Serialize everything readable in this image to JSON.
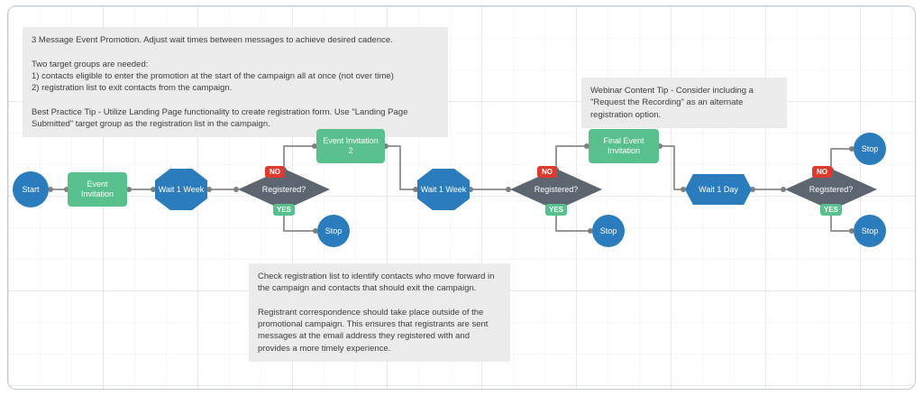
{
  "notes": {
    "planning": "3 Message Event Promotion. Adjust wait times between messages to achieve desired cadence.\n\nTwo target groups are needed:\n1) contacts eligible to enter the promotion at the start of the campaign all at once (not over time)\n2) registration list to exit contacts from the campaign.\n\nBest Practice Tip - Utilize Landing Page functionality to create registration form. Use \"Landing Page Submitted\" target group as the registration list in the campaign.",
    "webinar_tip": "Webinar Content Tip - Consider including a \"Request the Recording\" as an alternate registration option.",
    "registration": "Check registration list to identify contacts who move forward in the campaign and contacts that should exit the campaign.\n\nRegistrant correspondence should take place outside of the promotional campaign.  This ensures that registrants are sent messages at the email address they registered with and provides a more timely experience."
  },
  "flow": {
    "start": {
      "label": "Start"
    },
    "event_invitation": {
      "label": "Event Invitation"
    },
    "wait_1": {
      "label": "Wait 1 Week"
    },
    "decision_1": {
      "label": "Registered?",
      "no_label": "NO",
      "yes_label": "YES"
    },
    "event_invitation_2": {
      "label": "Event Invitation 2"
    },
    "stop_1": {
      "label": "Stop"
    },
    "wait_2": {
      "label": "Wait 1 Week"
    },
    "decision_2": {
      "label": "Registered?",
      "no_label": "NO",
      "yes_label": "YES"
    },
    "final_event_invitation": {
      "label": "Final Event Invitation"
    },
    "stop_2": {
      "label": "Stop"
    },
    "wait_3": {
      "label": "Wait 1 Day"
    },
    "decision_3": {
      "label": "Registered?",
      "no_label": "NO",
      "yes_label": "YES"
    },
    "stop_3": {
      "label": "Stop"
    },
    "stop_4": {
      "label": "Stop"
    }
  },
  "colors": {
    "node_blue": "#2b7cbd",
    "node_green": "#57c08c",
    "decision_gray": "#5d6570",
    "badge_red": "#e03a2f",
    "badge_green": "#57c08c",
    "note_bg": "#ebebeb",
    "connector_gray": "#979797"
  }
}
